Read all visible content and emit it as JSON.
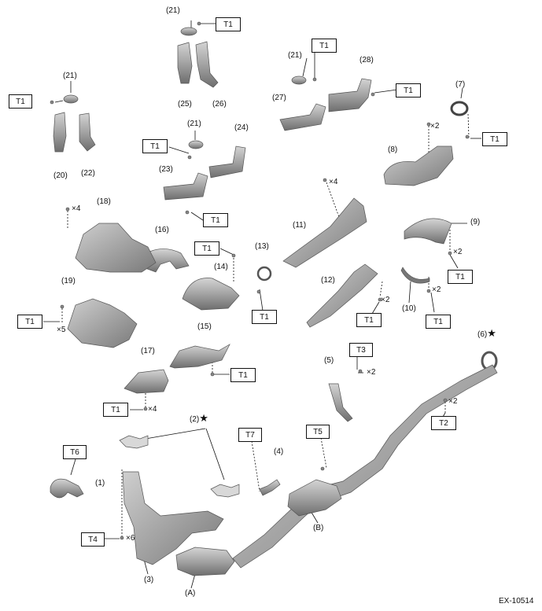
{
  "figure_code": "EX-10514",
  "torque": {
    "t1": "T1",
    "t2": "T2",
    "t3": "T3",
    "t4": "T4",
    "t5": "T5",
    "t6": "T6",
    "t7": "T7"
  },
  "part_labels": {
    "p1": "(1)",
    "p2": "(2)",
    "p3": "(3)",
    "p4": "(4)",
    "p5": "(5)",
    "p6": "(6)",
    "p7": "(7)",
    "p8": "(8)",
    "p9": "(9)",
    "p10": "(10)",
    "p11": "(11)",
    "p12": "(12)",
    "p13": "(13)",
    "p14": "(14)",
    "p15": "(15)",
    "p16": "(16)",
    "p17": "(17)",
    "p18": "(18)",
    "p19": "(19)",
    "p20": "(20)",
    "p21": "(21)",
    "p22": "(22)",
    "p23": "(23)",
    "p24": "(24)",
    "p25": "(25)",
    "p26": "(26)",
    "p27": "(27)",
    "p28": "(28)",
    "pA": "(A)",
    "pB": "(B)"
  },
  "quantities": {
    "x2": "×2",
    "x4": "×4",
    "x5": "×5",
    "x6": "×6"
  },
  "star_symbol": "★",
  "colors": {
    "part_fill": "#a9a9a9",
    "part_dark": "#777777",
    "line": "#111111",
    "box_border": "#111111"
  }
}
